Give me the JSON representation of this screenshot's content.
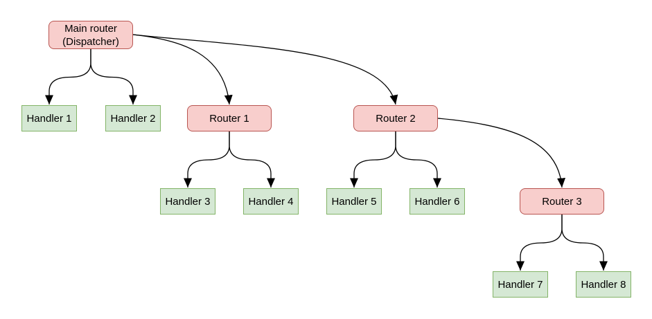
{
  "colors": {
    "canvas_bg": "#ffffff",
    "router_fill": "#f8cecc",
    "router_stroke": "#b85450",
    "handler_fill": "#d5e8d4",
    "handler_stroke": "#82b366",
    "edge_color": "#000000",
    "text_color": "#000000"
  },
  "nodes": {
    "main_router": {
      "label": "Main router\n(Dispatcher)",
      "type": "router"
    },
    "handler1": {
      "label": "Handler 1",
      "type": "handler"
    },
    "handler2": {
      "label": "Handler 2",
      "type": "handler"
    },
    "router1": {
      "label": "Router 1",
      "type": "router"
    },
    "router2": {
      "label": "Router 2",
      "type": "router"
    },
    "handler3": {
      "label": "Handler 3",
      "type": "handler"
    },
    "handler4": {
      "label": "Handler 4",
      "type": "handler"
    },
    "handler5": {
      "label": "Handler 5",
      "type": "handler"
    },
    "handler6": {
      "label": "Handler 6",
      "type": "handler"
    },
    "router3": {
      "label": "Router 3",
      "type": "router"
    },
    "handler7": {
      "label": "Handler 7",
      "type": "handler"
    },
    "handler8": {
      "label": "Handler 8",
      "type": "handler"
    }
  },
  "edges": [
    {
      "from": "main_router",
      "to": "handler1"
    },
    {
      "from": "main_router",
      "to": "handler2"
    },
    {
      "from": "main_router",
      "to": "router1"
    },
    {
      "from": "main_router",
      "to": "router2"
    },
    {
      "from": "router1",
      "to": "handler3"
    },
    {
      "from": "router1",
      "to": "handler4"
    },
    {
      "from": "router2",
      "to": "handler5"
    },
    {
      "from": "router2",
      "to": "handler6"
    },
    {
      "from": "router2",
      "to": "router3"
    },
    {
      "from": "router3",
      "to": "handler7"
    },
    {
      "from": "router3",
      "to": "handler8"
    }
  ]
}
